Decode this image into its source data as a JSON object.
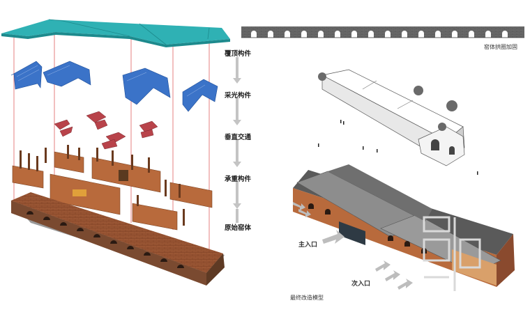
{
  "layers": [
    {
      "key": "roof",
      "label": "覆顶构件"
    },
    {
      "key": "light",
      "label": "采光构件"
    },
    {
      "key": "vertical",
      "label": "垂直交通"
    },
    {
      "key": "bearing",
      "label": "承重构件"
    },
    {
      "key": "original",
      "label": "原始窑体"
    }
  ],
  "captions": {
    "arch": "窑体拱圈加固",
    "final": "最终改造模型"
  },
  "entrances": {
    "main": "主入口",
    "secondary": "次入口"
  },
  "colors": {
    "roof": "#2fb1b4",
    "light": "#3b73c8",
    "stair": "#b8434a",
    "wall": "#b86a3c",
    "brick": "#8a4a2e",
    "guide": "#e06060",
    "arrow": "#bdbdbd"
  }
}
